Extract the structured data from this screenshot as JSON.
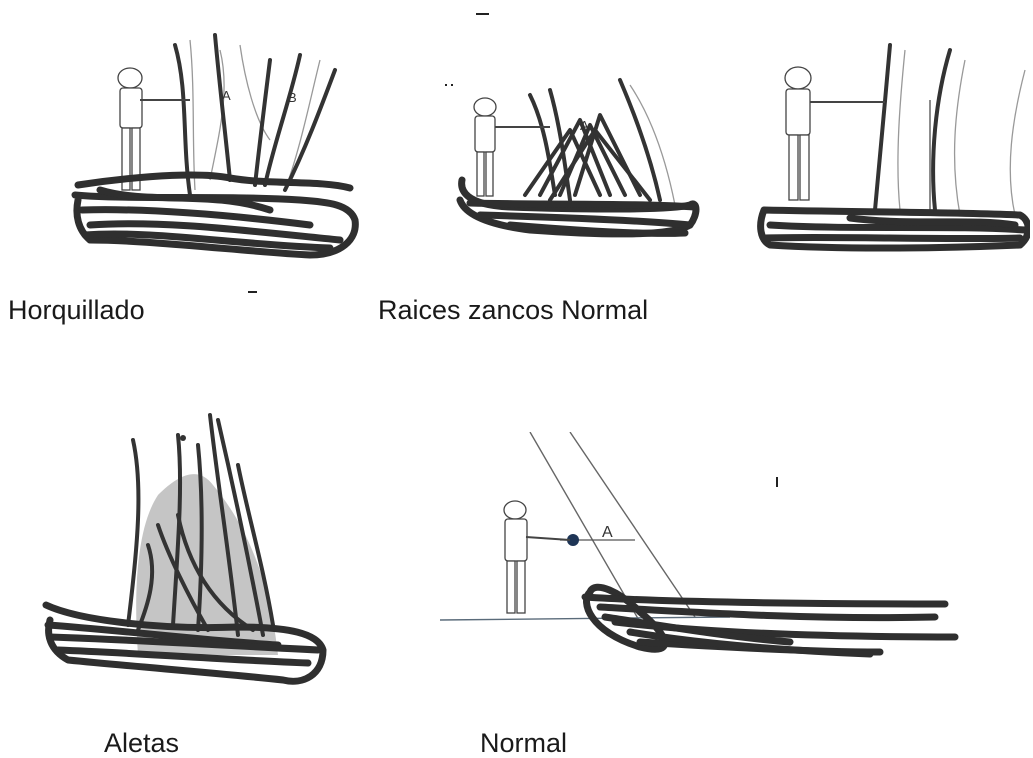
{
  "labels": {
    "forked": "Horquillado",
    "stilt_roots_normal": "Raices zancos Normal",
    "buttress": "Aletas",
    "normal": "Normal"
  },
  "figure_letters": {
    "forked_a": "A",
    "forked_b": "B",
    "stilt_a": "A",
    "normal_a": "A"
  },
  "colors": {
    "scribble": "#2f2f2f",
    "trunk_line": "#999999",
    "text": "#1a1a1a"
  }
}
